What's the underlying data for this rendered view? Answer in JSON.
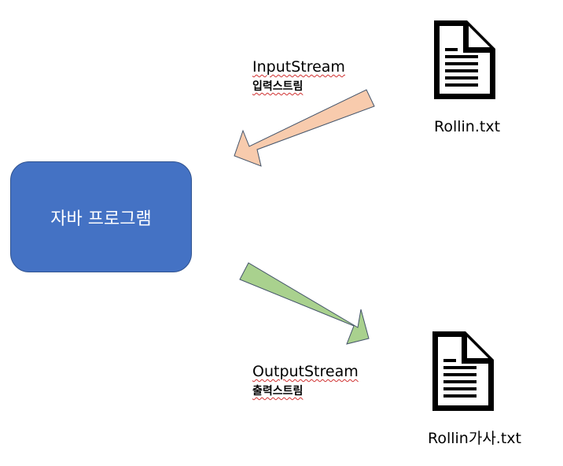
{
  "program": {
    "label": "자바 프로그램",
    "fill": "#4472c4",
    "stroke": "#2f528f"
  },
  "input_stream": {
    "name": "InputStream",
    "korean": "입력스트림",
    "arrow_fill": "#f8cbad",
    "arrow_stroke": "#44546a"
  },
  "output_stream": {
    "name": "OutputStream",
    "korean": "출력스트림",
    "arrow_fill": "#a9d18e",
    "arrow_stroke": "#44546a"
  },
  "files": {
    "source": {
      "name": "Rollin.txt",
      "icon": "document-icon"
    },
    "target": {
      "name": "Rollin가사.txt",
      "icon": "document-icon"
    }
  }
}
